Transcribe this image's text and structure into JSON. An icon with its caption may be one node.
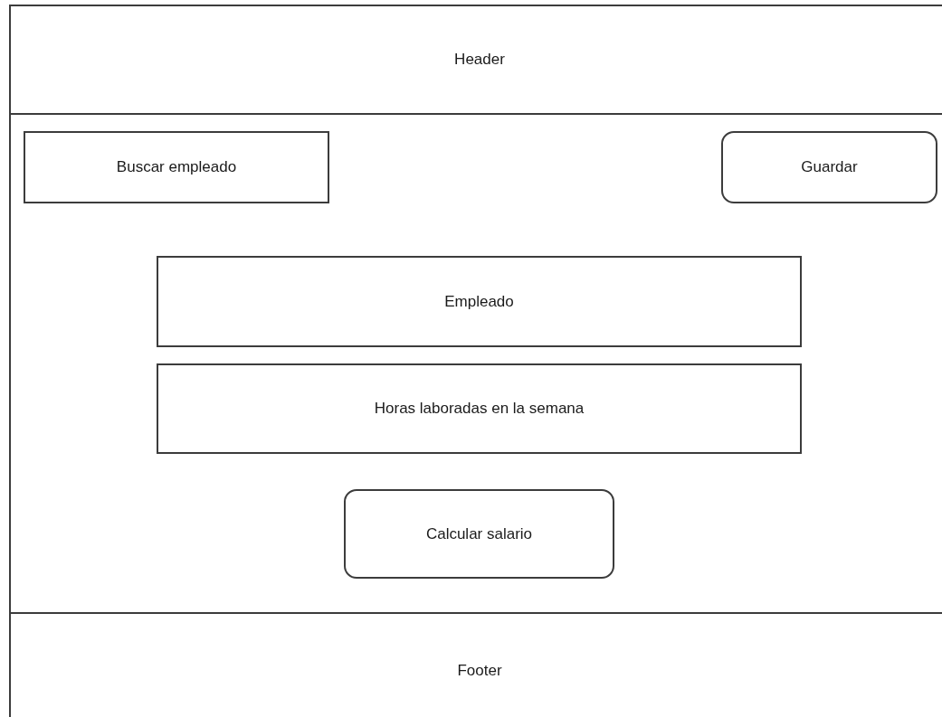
{
  "diagram": {
    "nodes": [
      {
        "text": [
          "Header"
        ]
      },
      {
        "text": [],
        "shape": "box"
      },
      {
        "text": [
          "Buscar empleado"
        ],
        "in": 1
      },
      {
        "text": [
          "Guardar"
        ],
        "in": 1
      },
      {
        "text": [
          "Empleado"
        ],
        "in": 1
      },
      {
        "text": [
          "Horas laboradas en la semana"
        ],
        "in": 1
      },
      {
        "text": [
          "Calcular salario"
        ],
        "in": 1
      },
      {
        "text": [
          "Footer"
        ]
      }
    ]
  }
}
